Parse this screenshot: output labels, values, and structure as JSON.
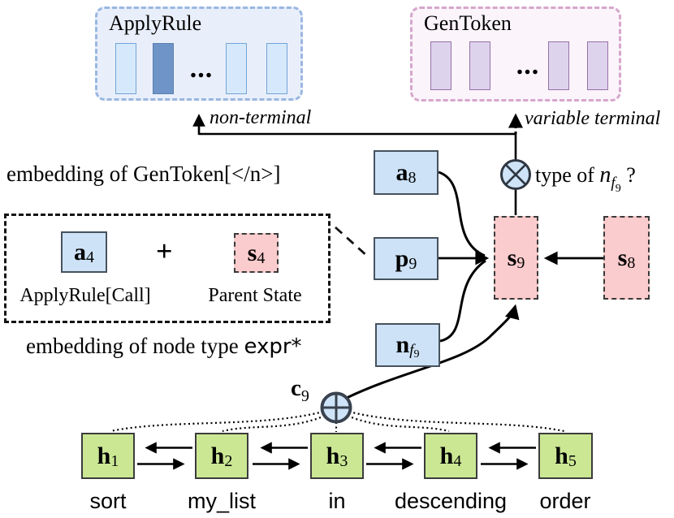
{
  "diagram": {
    "panels": {
      "apply_rule": {
        "title": "ApplyRule",
        "ellipsis": "...",
        "arrow_label": "non-terminal"
      },
      "gen_token": {
        "title": "GenToken",
        "ellipsis": "...",
        "arrow_label": "variable terminal"
      }
    },
    "annotations": {
      "embedding_gentoken": "embedding of  GenToken[</n>]",
      "embedding_node_type": "embedding of node type",
      "expr_star": "expr*",
      "type_of": "type of ",
      "type_query_base": "n",
      "type_query_sub": "f",
      "type_query_subsub": "9",
      "type_query_suffix": " ?"
    },
    "sum_box": {
      "a": {
        "base": "a",
        "sub": "4"
      },
      "plus": "+",
      "s": {
        "base": "s",
        "sub": "4"
      },
      "a_caption": "ApplyRule[Call]",
      "s_caption": "Parent State"
    },
    "nodes": {
      "a8": {
        "base": "a",
        "sub": "8"
      },
      "p9": {
        "base": "p",
        "sub": "9"
      },
      "nf9": {
        "base": "n",
        "sub": "f",
        "subsub": "9"
      },
      "s9": {
        "base": "s",
        "sub": "9"
      },
      "s8": {
        "base": "s",
        "sub": "8"
      },
      "c9": {
        "base": "c",
        "sub": "9"
      }
    },
    "encoder": {
      "states": [
        {
          "base": "h",
          "sub": "1",
          "word": "sort"
        },
        {
          "base": "h",
          "sub": "2",
          "word": "my_list"
        },
        {
          "base": "h",
          "sub": "3",
          "word": "in"
        },
        {
          "base": "h",
          "sub": "4",
          "word": "descending"
        },
        {
          "base": "h",
          "sub": "5",
          "word": "order"
        }
      ]
    },
    "colors": {
      "blue_node_fill": "#cde2f7",
      "blue_node_border": "#46525e",
      "pink_node_fill": "#fbcccd",
      "green_node_fill": "#cbe794",
      "applyrule_panel_fill": "#e9effa",
      "applyrule_panel_border": "#9ab7e2",
      "applyrule_bar_light": "#d6e9fc",
      "applyrule_bar_dark": "#6f94c7",
      "gentoken_panel_fill": "#fbf4fa",
      "gentoken_panel_border": "#d6a6cc",
      "gentoken_bar_fill": "#ded3ec",
      "operator_circle_fill": "#cfe4f8",
      "wire": "#000000"
    }
  }
}
